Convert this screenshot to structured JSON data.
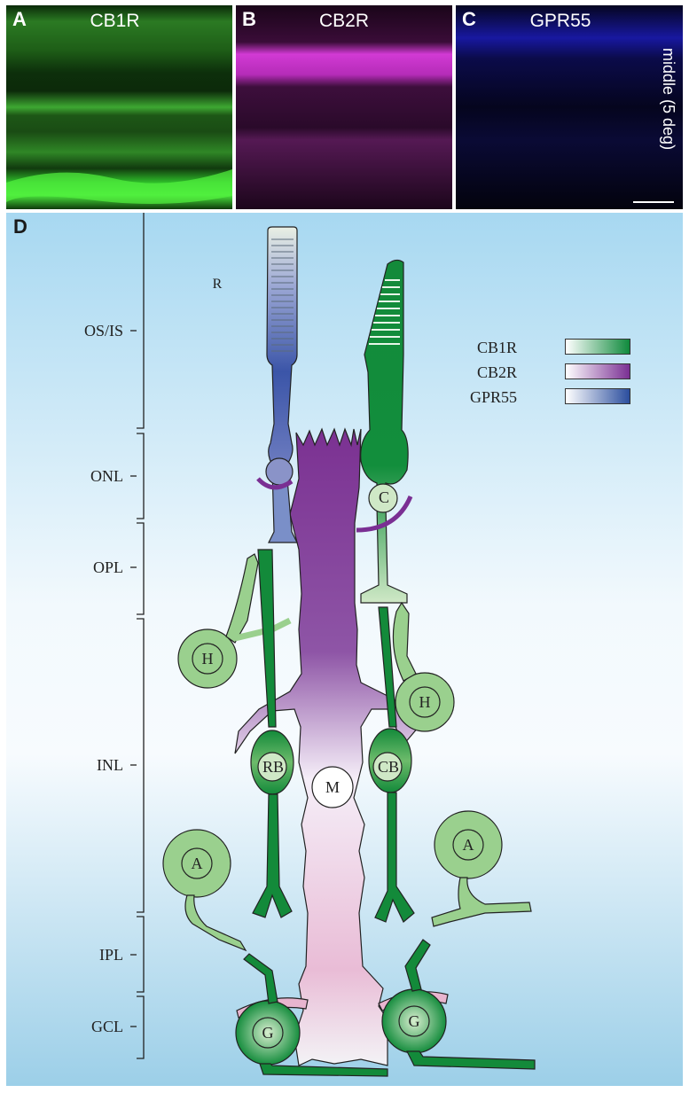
{
  "panels": {
    "a": {
      "letter": "A",
      "title": "CB1R",
      "color": "#1fd11f"
    },
    "b": {
      "letter": "B",
      "title": "CB2R",
      "color": "#d12bd6"
    },
    "c": {
      "letter": "C",
      "title": "GPR55",
      "color": "#2a2ad8",
      "side_label": "middle (5 deg)"
    },
    "d": {
      "letter": "D"
    }
  },
  "layers": [
    "OS/IS",
    "ONL",
    "OPL",
    "INL",
    "IPL",
    "GCL"
  ],
  "legend": [
    {
      "label": "CB1R",
      "color": "#0f8a3c"
    },
    {
      "label": "CB2R",
      "color": "#7a2f93"
    },
    {
      "label": "GPR55",
      "color": "#2b4e9e"
    }
  ],
  "cells": {
    "rod": "R",
    "cone": "C",
    "horizontal": "H",
    "rod_bipolar": "RB",
    "cone_bipolar": "CB",
    "muller": "M",
    "amacrine": "A",
    "ganglion": "G"
  }
}
